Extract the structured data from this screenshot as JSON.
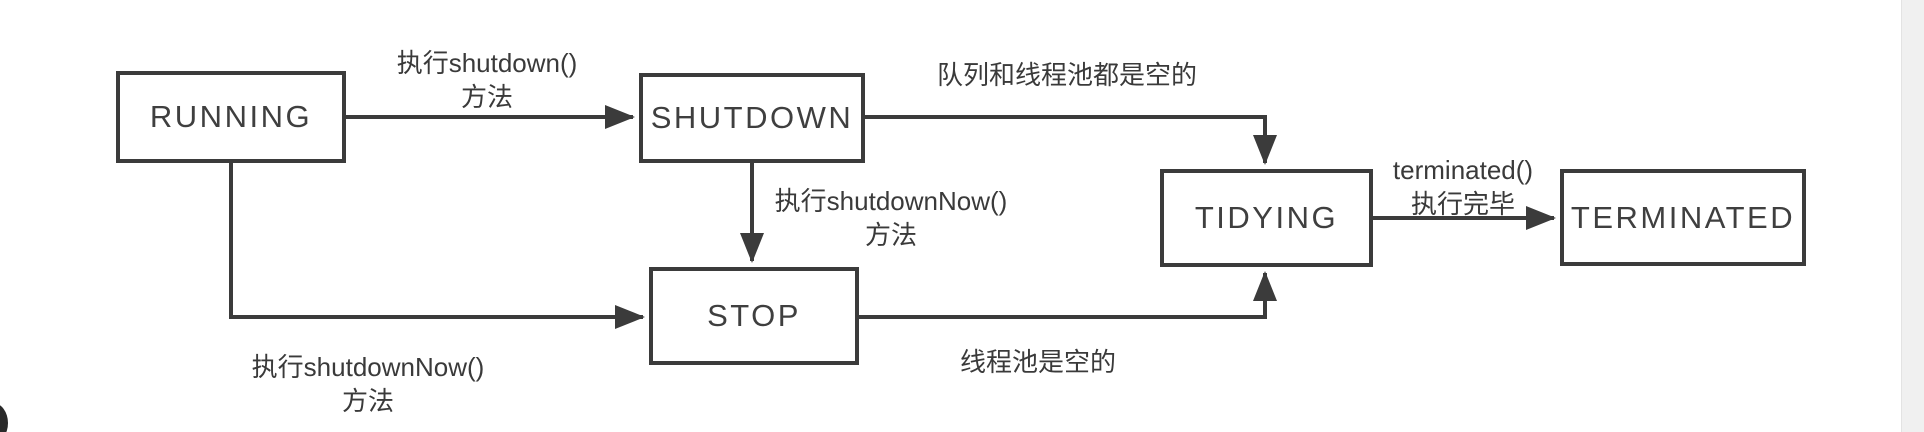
{
  "canvas": {
    "background": "#ffffff",
    "line_color": "#3b3b3b",
    "text_color": "#3a3a3a",
    "page_edge_color": "#f0f0f0"
  },
  "diagram": {
    "type": "state-transition-diagram",
    "states": [
      {
        "id": "running",
        "label": "RUNNING"
      },
      {
        "id": "shutdown",
        "label": "SHUTDOWN"
      },
      {
        "id": "stop",
        "label": "STOP"
      },
      {
        "id": "tidying",
        "label": "TIDYING"
      },
      {
        "id": "terminated",
        "label": "TERMINATED"
      }
    ],
    "transitions": [
      {
        "from": "RUNNING",
        "to": "SHUTDOWN",
        "label_line1": "执行shutdown()",
        "label_line2": "方法"
      },
      {
        "from": "SHUTDOWN",
        "to": "TIDYING",
        "label_line1": "队列和线程池都是空的",
        "label_line2": ""
      },
      {
        "from": "SHUTDOWN",
        "to": "STOP",
        "label_line1": "执行shutdownNow()",
        "label_line2": "方法"
      },
      {
        "from": "RUNNING",
        "to": "STOP",
        "label_line1": "执行shutdownNow()",
        "label_line2": "方法"
      },
      {
        "from": "STOP",
        "to": "TIDYING",
        "label_line1": "线程池是空的",
        "label_line2": ""
      },
      {
        "from": "TIDYING",
        "to": "TERMINATED",
        "label_line1": "terminated()",
        "label_line2": "执行完毕"
      }
    ]
  }
}
